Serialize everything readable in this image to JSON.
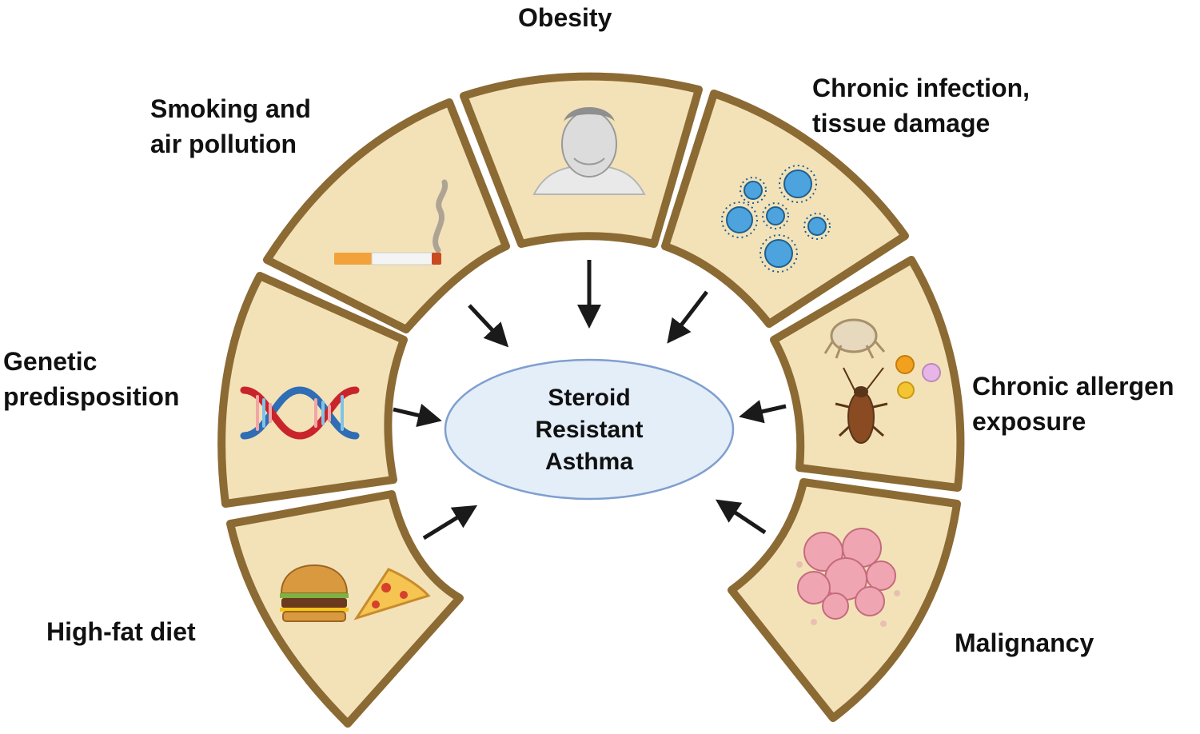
{
  "center": {
    "line1": "Steroid",
    "line2": "Resistant",
    "line3": "Asthma"
  },
  "factors": [
    {
      "id": "high-fat-diet",
      "line1": "High-fat diet",
      "line2": "",
      "icon": "burger-pizza-icon"
    },
    {
      "id": "genetic",
      "line1": "Genetic",
      "line2": "predisposition",
      "icon": "dna-icon"
    },
    {
      "id": "smoking",
      "line1": "Smoking and",
      "line2": "air pollution",
      "icon": "cigarette-icon"
    },
    {
      "id": "obesity",
      "line1": "Obesity",
      "line2": "",
      "icon": "obese-person-icon"
    },
    {
      "id": "infection",
      "line1": "Chronic infection,",
      "line2": "tissue damage",
      "icon": "virus-icon"
    },
    {
      "id": "allergen",
      "line1": "Chronic allergen",
      "line2": "exposure",
      "icon": "mite-cockroach-pollen-icon"
    },
    {
      "id": "malignancy",
      "line1": "Malignancy",
      "line2": "",
      "icon": "tumor-cells-icon"
    }
  ],
  "colors": {
    "panel_fill": "#f3e2b8",
    "panel_stroke": "#8c6a33",
    "center_fill": "#e4eef9",
    "center_stroke": "#7f9fcf",
    "arrow": "#1a1a1a"
  }
}
